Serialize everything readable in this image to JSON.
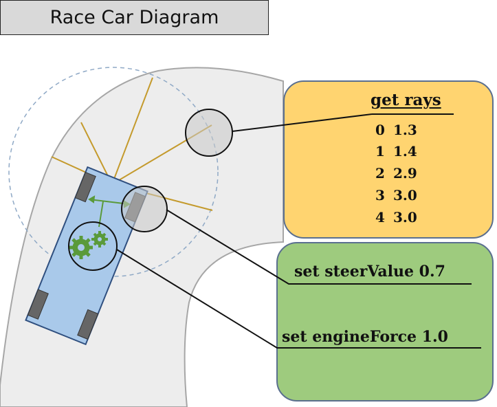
{
  "title": "Race Car Diagram",
  "rays_panel": {
    "heading": "get rays",
    "rows": [
      {
        "index": "0",
        "value": "1.3"
      },
      {
        "index": "1",
        "value": "1.4"
      },
      {
        "index": "2",
        "value": "2.9"
      },
      {
        "index": "3",
        "value": "3.0"
      },
      {
        "index": "4",
        "value": "3.0"
      }
    ]
  },
  "controls_panel": {
    "steer_command": "set steerValue 0.7",
    "engine_command": "set engineForce 1.0"
  },
  "colors": {
    "track": "#ededed",
    "track_edge": "#a6a6a6",
    "car_body": "#a9c9ea",
    "wheel": "#666666",
    "ray": "#c49a2c",
    "sensor_range": "#8fa9c6",
    "gear": "#5a9a3a",
    "rays_panel": "#ffd470",
    "controls_panel": "#9ecb7e"
  },
  "icons": [
    "gear-icon"
  ]
}
